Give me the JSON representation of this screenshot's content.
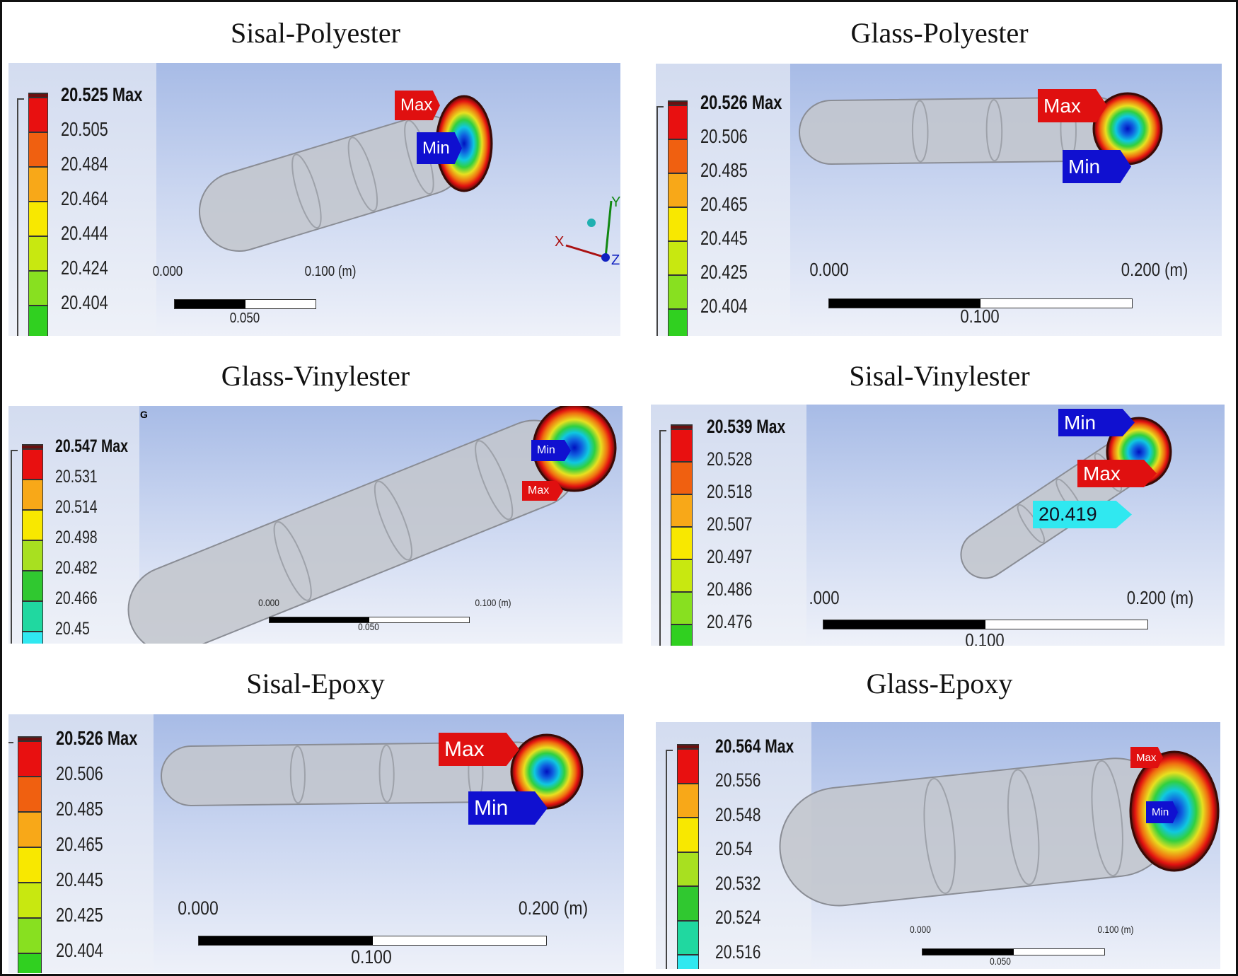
{
  "panels": [
    {
      "title": "Sisal-Polyester",
      "legend": {
        "max_label": "20.525 Max",
        "values": [
          "20.505",
          "20.484",
          "20.464",
          "20.444",
          "20.424",
          "20.404"
        ],
        "colors": [
          "#e81010",
          "#f06010",
          "#f8a818",
          "#f8e800",
          "#c8e810",
          "#88e020",
          "#30d020"
        ]
      },
      "tags": [
        {
          "text": "Max",
          "color": "#e01010"
        },
        {
          "text": "Min",
          "color": "#1010d0"
        }
      ],
      "scale": {
        "start": "0.000",
        "end": "0.100 (m)",
        "mid": "0.050"
      },
      "axis_triad": {
        "x": "X",
        "y": "Y",
        "z": "Z"
      }
    },
    {
      "title": "Glass-Polyester",
      "legend": {
        "max_label": "20.526 Max",
        "values": [
          "20.506",
          "20.485",
          "20.465",
          "20.445",
          "20.425",
          "20.404"
        ],
        "colors": [
          "#e81010",
          "#f06010",
          "#f8a818",
          "#f8e800",
          "#c8e810",
          "#88e020",
          "#30d020"
        ]
      },
      "tags": [
        {
          "text": "Max",
          "color": "#e01010"
        },
        {
          "text": "Min",
          "color": "#1010d0"
        }
      ],
      "scale": {
        "start": "0.000",
        "end": "0.200 (m)",
        "mid": "0.100"
      }
    },
    {
      "title": "Glass-Vinylester",
      "legend": {
        "max_label": "20.547 Max",
        "values": [
          "20.531",
          "20.514",
          "20.498",
          "20.482",
          "20.466",
          "20.45"
        ],
        "colors": [
          "#e81010",
          "#f8a818",
          "#f8e800",
          "#a8e020",
          "#30c830",
          "#20d8a0",
          "#30e8f0"
        ]
      },
      "tags": [
        {
          "text": "Min",
          "color": "#1010d0"
        },
        {
          "text": "Max",
          "color": "#e01010"
        }
      ],
      "scale": {
        "start": "0.000",
        "end": "0.100 (m)",
        "mid": "0.050"
      },
      "corner_mark": "G"
    },
    {
      "title": "Sisal-Vinylester",
      "legend": {
        "max_label": "20.539 Max",
        "values": [
          "20.528",
          "20.518",
          "20.507",
          "20.497",
          "20.486",
          "20.476"
        ],
        "colors": [
          "#e81010",
          "#f06010",
          "#f8a818",
          "#f8e800",
          "#c8e810",
          "#88e020",
          "#30d020"
        ]
      },
      "tags": [
        {
          "text": "Min",
          "color": "#1010d0"
        },
        {
          "text": "Max",
          "color": "#e01010"
        },
        {
          "text": "20.419",
          "color": "#30e8f0"
        }
      ],
      "scale": {
        "start": ".000",
        "end": "0.200 (m)",
        "mid": "0.100"
      }
    },
    {
      "title": "Sisal-Epoxy",
      "legend": {
        "max_label": "20.526 Max",
        "values": [
          "20.506",
          "20.485",
          "20.465",
          "20.445",
          "20.425",
          "20.404"
        ],
        "colors": [
          "#e81010",
          "#f06010",
          "#f8a818",
          "#f8e800",
          "#c8e810",
          "#88e020",
          "#30d020"
        ]
      },
      "tags": [
        {
          "text": "Max",
          "color": "#e01010"
        },
        {
          "text": "Min",
          "color": "#1010d0"
        }
      ],
      "scale": {
        "start": "0.000",
        "end": "0.200 (m)",
        "mid": "0.100"
      }
    },
    {
      "title": "Glass-Epoxy",
      "legend": {
        "max_label": "20.564 Max",
        "values": [
          "20.556",
          "20.548",
          "20.54",
          "20.532",
          "20.524",
          "20.516"
        ],
        "colors": [
          "#e81010",
          "#f8a818",
          "#f8e800",
          "#a8e020",
          "#30c830",
          "#20d8a0",
          "#30e8f0"
        ]
      },
      "tags": [
        {
          "text": "Max",
          "color": "#e01010"
        },
        {
          "text": "Min",
          "color": "#1010d0"
        }
      ],
      "scale": {
        "start": "0.000",
        "end": "0.100 (m)",
        "mid": "0.050"
      }
    }
  ]
}
